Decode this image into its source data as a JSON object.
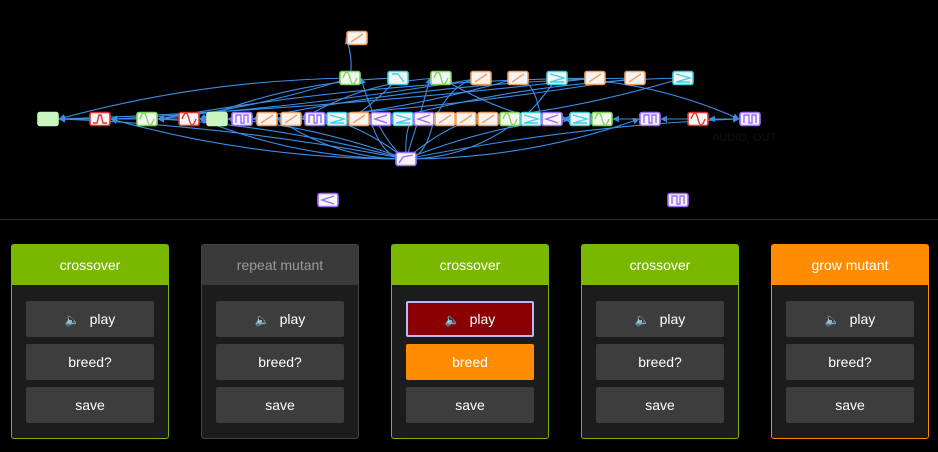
{
  "graph": {
    "output_label": "AUDIO_OUT",
    "colors": {
      "edge": "#3a8ee6",
      "green": "#7ed957",
      "orange": "#f0a060",
      "cyan": "#40d0e0",
      "purple": "#9a6cff",
      "red": "#e23333",
      "mint": "#c8f5c0"
    },
    "nodes": [
      {
        "icon": "ramp-icon",
        "color": "orange"
      },
      {
        "icon": "sine-icon",
        "color": "green"
      },
      {
        "icon": "ramp-down-icon",
        "color": "cyan"
      },
      {
        "icon": "sine-icon",
        "color": "green"
      },
      {
        "icon": "ramp-icon",
        "color": "orange"
      },
      {
        "icon": "ramp-icon",
        "color": "orange"
      },
      {
        "icon": "arrow-icon",
        "color": "cyan"
      },
      {
        "icon": "ramp-icon",
        "color": "orange"
      },
      {
        "icon": "ramp-icon",
        "color": "orange"
      },
      {
        "icon": "arrow-icon",
        "color": "cyan"
      },
      {
        "icon": "blank-icon",
        "color": "mint"
      },
      {
        "icon": "bump-icon",
        "color": "red"
      },
      {
        "icon": "sine-icon",
        "color": "green"
      },
      {
        "icon": "sine-icon",
        "color": "red"
      },
      {
        "icon": "blank-icon",
        "color": "mint"
      },
      {
        "icon": "pulse-icon",
        "color": "purple"
      },
      {
        "icon": "ramp-icon",
        "color": "orange"
      },
      {
        "icon": "ramp-icon",
        "color": "orange"
      },
      {
        "icon": "pulse-icon",
        "color": "purple"
      },
      {
        "icon": "arrow-icon",
        "color": "cyan"
      },
      {
        "icon": "ramp-icon",
        "color": "orange"
      },
      {
        "icon": "chevron-icon",
        "color": "purple"
      },
      {
        "icon": "arrow-icon",
        "color": "cyan"
      },
      {
        "icon": "chevron-icon",
        "color": "purple"
      },
      {
        "icon": "ramp-icon",
        "color": "orange"
      },
      {
        "icon": "ramp-icon",
        "color": "orange"
      },
      {
        "icon": "ramp-icon",
        "color": "orange"
      },
      {
        "icon": "sine-icon",
        "color": "green"
      },
      {
        "icon": "arrow-icon",
        "color": "cyan"
      },
      {
        "icon": "chevron-icon",
        "color": "purple"
      },
      {
        "icon": "arrow-icon",
        "color": "cyan"
      },
      {
        "icon": "sine-icon",
        "color": "green"
      },
      {
        "icon": "pulse-icon",
        "color": "purple"
      },
      {
        "icon": "sine-icon",
        "color": "red"
      },
      {
        "icon": "pulse-icon",
        "color": "purple"
      },
      {
        "icon": "envelope-icon",
        "color": "purple"
      },
      {
        "icon": "chevron-icon",
        "color": "purple"
      },
      {
        "icon": "pulse-icon",
        "color": "purple"
      }
    ]
  },
  "panels": [
    {
      "title": "crossover",
      "header_color": "#7ab800",
      "header_text_color": "#ffffff",
      "border_color": "#7ab800",
      "play_label": "play",
      "breed_label": "breed?",
      "save_label": "save",
      "play_active": false,
      "breed_selected": false
    },
    {
      "title": "repeat mutant",
      "header_color": "#3a3a3a",
      "header_text_color": "#9a9a9a",
      "border_color": "#444444",
      "play_label": "play",
      "breed_label": "breed?",
      "save_label": "save",
      "play_active": false,
      "breed_selected": false
    },
    {
      "title": "crossover",
      "header_color": "#7ab800",
      "header_text_color": "#ffffff",
      "border_color": "#7ab800",
      "play_label": "play",
      "breed_label": "breed",
      "save_label": "save",
      "play_active": true,
      "breed_selected": true
    },
    {
      "title": "crossover",
      "header_color": "#7ab800",
      "header_text_color": "#ffffff",
      "border_color": "#7ab800",
      "play_label": "play",
      "breed_label": "breed?",
      "save_label": "save",
      "play_active": false,
      "breed_selected": false
    },
    {
      "title": "grow mutant",
      "header_color": "#ff8c00",
      "header_text_color": "#ffffff",
      "border_color": "#ff8c00",
      "play_label": "play",
      "breed_label": "breed?",
      "save_label": "save",
      "play_active": false,
      "breed_selected": false
    }
  ],
  "speaker_icon": "speaker-icon"
}
